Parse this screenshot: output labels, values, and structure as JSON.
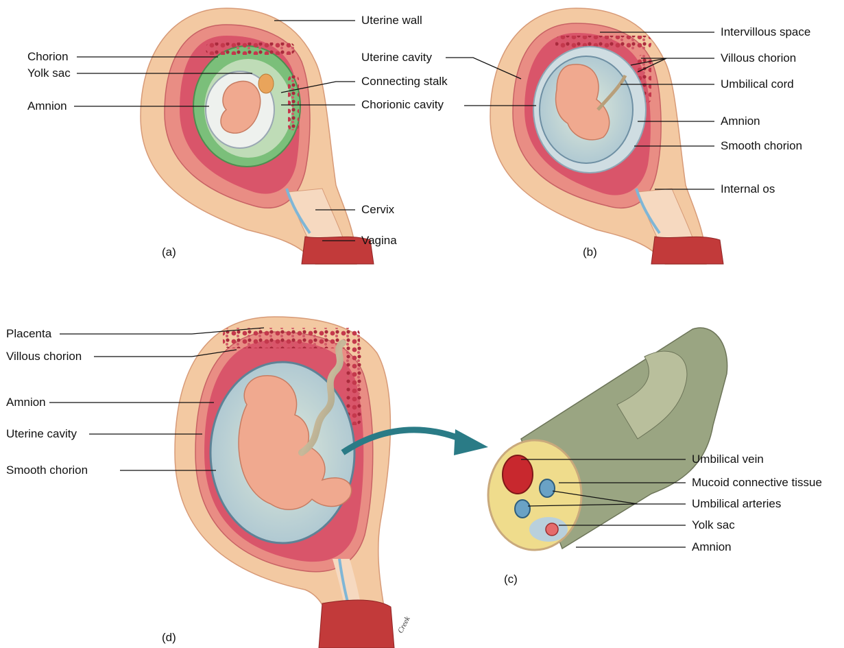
{
  "panel_a": {
    "tag": "(a)",
    "labels": {
      "uterine_wall": "Uterine wall",
      "chorion": "Chorion",
      "yolk_sac": "Yolk sac",
      "connecting_stalk": "Connecting stalk",
      "amnion": "Amnion",
      "chorionic_cavity": "Chorionic cavity",
      "cervix": "Cervix",
      "vagina": "Vagina"
    }
  },
  "panel_b": {
    "tag": "(b)",
    "labels": {
      "intervillous_space": "Intervillous space",
      "uterine_cavity": "Uterine cavity",
      "villous_chorion": "Villous chorion",
      "umbilical_cord": "Umbilical cord",
      "amnion": "Amnion",
      "smooth_chorion": "Smooth chorion",
      "internal_os": "Internal os"
    }
  },
  "panel_d": {
    "tag": "(d)",
    "labels": {
      "placenta": "Placenta",
      "villous_chorion": "Villous chorion",
      "amnion": "Amnion",
      "uterine_cavity": "Uterine cavity",
      "smooth_chorion": "Smooth chorion"
    }
  },
  "panel_c": {
    "tag": "(c)",
    "labels": {
      "umbilical_vein": "Umbilical vein",
      "mucoid_connective_tissue": "Mucoid connective tissue",
      "umbilical_arteries": "Umbilical arteries",
      "yolk_sac": "Yolk sac",
      "amnion": "Amnion"
    }
  },
  "signature": "Creek",
  "colors": {
    "uterus_outer": "#f3c9a2",
    "uterus_inner": "#e98d84",
    "decidua": "#d9556a",
    "chorion_green": "#7bbf7a",
    "amniotic_fluid": "#c9d8de",
    "fetus": "#f0a98f",
    "villi": "#c4384c",
    "cord": "#b89f7a",
    "vein": "#c8282e",
    "artery": "#6aa2c5",
    "jelly": "#efdc8c"
  }
}
